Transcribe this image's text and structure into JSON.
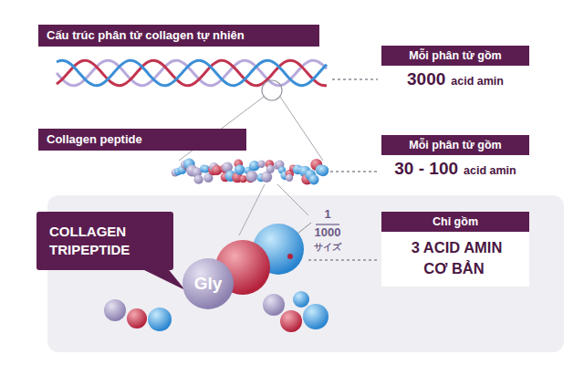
{
  "diagram": {
    "nodes": [
      {
        "text": [
          "Cấu trúc phân tử collagen tự nhiên"
        ]
      },
      {
        "text": [
          "Mỗi phân tử gồm",
          "3000",
          "acid amin"
        ]
      },
      {
        "text": [
          "Collagen peptide"
        ]
      },
      {
        "text": [
          "Mỗi phân tử gồm",
          "30 - 100",
          "acid amin"
        ]
      },
      {
        "text": [
          "COLLAGEN TRIPEPTIDE"
        ]
      },
      {
        "text": [
          "Gly"
        ]
      },
      {
        "text": [
          "Chỉ gồm",
          "3 ACID AMIN CƠ BẢN"
        ]
      }
    ],
    "labels": [
      "1",
      "1000",
      "サイズ"
    ]
  }
}
